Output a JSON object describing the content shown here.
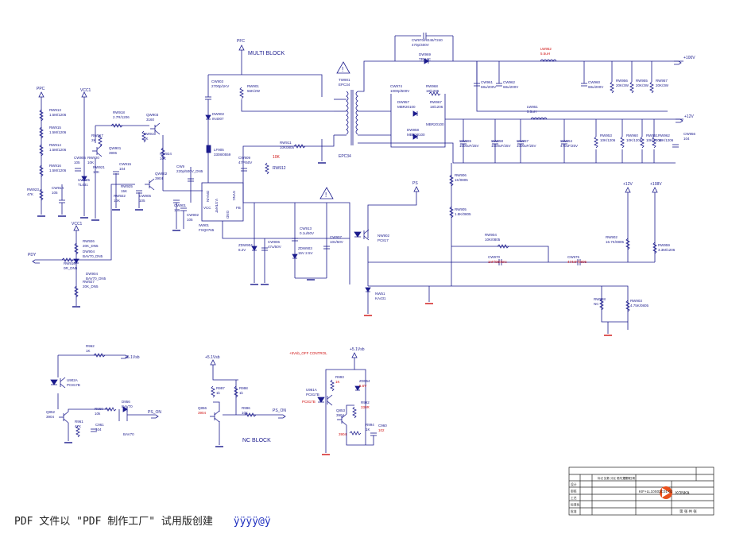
{
  "colors": {
    "ink": "#1a1a8c",
    "accent": "#d01010",
    "wire": "#1a1a8c"
  },
  "title_text": "MULTI BLOCK",
  "nc_block_text": "NC BLOCK",
  "rails": {
    "ppc": "PFC",
    "ppc2": "PPC",
    "vcc1": "VCC1",
    "vcc1_b": "VCC1",
    "v100": "+100V",
    "v12": "+12V",
    "v12b": "+12V",
    "v108": "+108V",
    "v51a": "+5.1Vsb",
    "v51b": "+5.1Vsb",
    "v51c": "+5.1Vsb",
    "v51d": "+5Vsb_OFF CONTROL",
    "ps_on1": "PS_ON",
    "ps_on2": "PS_ON",
    "pdy": "PDY",
    "ps": "PS"
  },
  "parts": {
    "rw913": [
      "RW913",
      "1.5M/1206"
    ],
    "rw915": [
      "RW915",
      "1.5M/1206"
    ],
    "rw914": [
      "RW914",
      "1.5M/1206"
    ],
    "rw916": [
      "RW916",
      "1.5M/1206"
    ],
    "rw923": [
      "RW923",
      "47K"
    ],
    "cw914": [
      "CW914",
      "105"
    ],
    "cw906": [
      "CW906",
      "105"
    ],
    "rw917": [
      "RW917",
      "2K"
    ],
    "qw901": [
      "QW901",
      "3906"
    ],
    "rw920": [
      "RW920",
      "10K"
    ],
    "rw921": [
      "RW921",
      "10K"
    ],
    "uw905": [
      "UW905",
      "TL431"
    ],
    "cw915": [
      "CW915",
      "104"
    ],
    "rw918": [
      "RW918",
      "2.7R/1206"
    ],
    "qw903": [
      "QW903",
      "3160"
    ],
    "rw922": [
      "RW922",
      "10K"
    ],
    "rw925": [
      "RW925",
      "15K"
    ],
    "cw905": [
      "CW905",
      "105"
    ],
    "rw924": [
      "RW924",
      "10K"
    ],
    "qw902": [
      "QW902",
      "3904"
    ],
    "rw919": [
      "RW919",
      "1K"
    ],
    "cw901": [
      "CW901",
      "105"
    ],
    "cw902": [
      "CW902",
      "105"
    ],
    "cw903": [
      "CW903",
      "2700p/1KV"
    ],
    "rw901": [
      "RW901",
      "56K/2W"
    ],
    "dw902": [
      "DW902",
      "IN4007"
    ],
    "lf905": [
      "LF905",
      "3308/0559"
    ],
    "cw909": [
      "CW909",
      "47P/50V"
    ],
    "rw912": [
      "RW912",
      "10K"
    ],
    "cw9xx": [
      "CW9",
      "220p/500V_DN5"
    ],
    "rw911": [
      "RW911",
      "10K0805"
    ],
    "ic901": [
      "IW901",
      "FSQ0765"
    ],
    "zdw904": [
      "ZDW904",
      "8.2V"
    ],
    "cw906b": [
      "CW906",
      "47u/50V"
    ],
    "cw913": [
      "CW913",
      "0.1u/50V"
    ],
    "zdw903": [
      "ZDW903",
      "15V 2.5V"
    ],
    "cw907": [
      "CW907",
      "10n/50V"
    ],
    "tw901": [
      "TW901",
      "EPC34"
    ],
    "cw970": [
      "CW970/RE46/7240",
      "470p/400V"
    ],
    "dw969": [
      "DW969",
      "TRU4C"
    ],
    "lw952": [
      "LW952",
      "5.5uH"
    ],
    "cw961": [
      "CW961",
      "68u/200V"
    ],
    "cw962": [
      "CW962",
      "68u/200V"
    ],
    "cw960": [
      "CW960",
      "68u/200V"
    ],
    "rw956": [
      "RW956",
      "20K/3W"
    ],
    "rw955": [
      "RW955",
      "20K/3W"
    ],
    "rw957": [
      "RW957",
      "20K/3W"
    ],
    "cw974": [
      "CW974",
      "1000p/500V"
    ],
    "rw968": [
      "RW968",
      "18/1206"
    ],
    "rw967": [
      "RW967",
      "18/1206"
    ],
    "dw957": [
      "DW957",
      "MBR20100"
    ],
    "dw958": [
      "DW958",
      "MBR20100"
    ],
    "lw951": [
      "LW951",
      "5.5uH"
    ],
    "cw965": [
      "CW965",
      "1000uF/25V"
    ],
    "cw958": [
      "CW958",
      "1000uF/25V"
    ],
    "cw957": [
      "CW957",
      "1000uF/25V"
    ],
    "cw954": [
      "CW954",
      "470uF/25V"
    ],
    "rw953": [
      "RW953",
      "10K/1206"
    ],
    "rw960": [
      "RW960",
      "10K/1206"
    ],
    "rw961": [
      "RW961",
      "10K/1206"
    ],
    "rw962": [
      "RW962",
      "10K/1206"
    ],
    "cw956": [
      "CW956",
      "104"
    ],
    "rw906": [
      "RW906",
      "1K/0805"
    ],
    "rw905": [
      "RW905",
      "1.8K/0805"
    ],
    "nw902": [
      "NW902",
      "PC817"
    ],
    "rw904": [
      "RW904",
      "10K/0805"
    ],
    "cw970b": [
      "CW970",
      "1nF/0805nc"
    ],
    "cw975": [
      "CW975",
      "474nF/0805"
    ],
    "rw902": [
      "RW902",
      "16.7K/0805"
    ],
    "rw959": [
      "RW959",
      "3.3M/1206"
    ],
    "nw51": [
      "NW51",
      "KA431"
    ],
    "rw968b": [
      "RW968",
      "NC"
    ],
    "rw903": [
      "RW903",
      "4.75K/0805"
    ],
    "rw926": [
      "RW926",
      "20K_DN5"
    ],
    "dw904": [
      "DW904",
      "BAV70_DN5"
    ],
    "rw910": [
      "RW910",
      "0R_DN5"
    ],
    "rw927": [
      "RW927",
      "20K_DN5"
    ],
    "r962": [
      "R962",
      "1K"
    ],
    "u902a": [
      "U902A",
      "PC817B"
    ],
    "q852": [
      "Q852",
      "3904"
    ],
    "r961": [
      "R961",
      "47K"
    ],
    "r960": [
      "R960",
      "10k"
    ],
    "c961": [
      "C961",
      "104"
    ],
    "d956": [
      "D956",
      "BAV70"
    ],
    "r997": [
      "R997",
      "1k"
    ],
    "r998": [
      "R998",
      "1k"
    ],
    "q856": [
      "Q856",
      "3904"
    ],
    "r996": [
      "R996",
      "10K"
    ],
    "u961a": [
      "U961A",
      "PC817B"
    ],
    "r993": [
      "R993",
      "1K"
    ],
    "zd954": [
      "ZD954",
      "5.6V"
    ],
    "q853": [
      "Q853",
      "3904"
    ],
    "r992": [
      "R992",
      "330R"
    ],
    "r994": [
      "R994",
      "1K"
    ],
    "c960": [
      "C960",
      "102"
    ]
  },
  "ic_pins": {
    "drain": "DRAIN",
    "sync": "SYNC",
    "vcc": "VCC",
    "vstart": "V.START",
    "gnd": "GND",
    "fb": "FB"
  },
  "title_block": {
    "brand": "KONKA",
    "drawing_no": "KIF+LL10S02C01-02",
    "row_labels": [
      "设计",
      "审核",
      "工艺",
      "标准化",
      "批准"
    ],
    "header_cells": [
      "标记",
      "处数",
      "分区",
      "更改文件号",
      "签名",
      "日期"
    ],
    "sheet": "第 张 共 张"
  },
  "footer": {
    "text": "PDF 文件以 \"PDF 制作工厂\" 试用版创建",
    "mark": "ÿÿÿÿ@ÿ"
  }
}
